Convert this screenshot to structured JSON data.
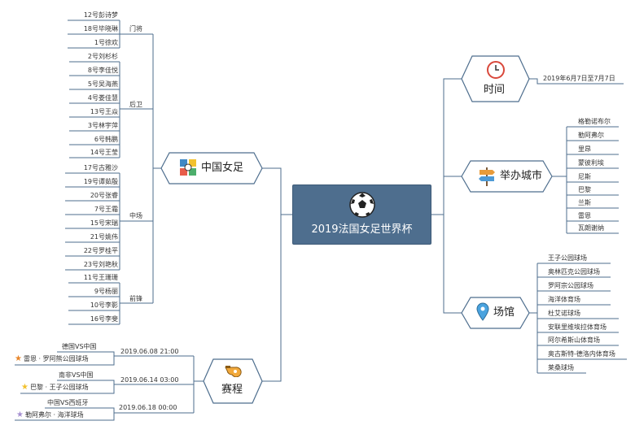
{
  "center": {
    "title": "2019法国女足世界杯"
  },
  "time": {
    "label": "时间",
    "value": "2019年6月7日至7月7日"
  },
  "cities": {
    "label": "举办城市",
    "items": [
      "格勒诺布尔",
      "勒阿弗尔",
      "里昂",
      "蒙彼利埃",
      "尼斯",
      "巴黎",
      "兰斯",
      "雷恩",
      "瓦朗谢纳"
    ]
  },
  "venues": {
    "label": "场馆",
    "items": [
      "王子公园球场",
      "奥林匹克公园球场",
      "罗阿宗公园球场",
      "海洋体育场",
      "杜艾诺球场",
      "安联里维埃拉体育场",
      "阿尔希斯山体育场",
      "奥古斯特-德洛内体育场",
      "莱桑球场"
    ]
  },
  "team": {
    "label": "中国女足",
    "goalkeepers": {
      "label": "门将",
      "players": [
        "12号彭诗梦",
        "18号毕晓琳",
        "1号徐欢"
      ]
    },
    "defenders": {
      "label": "后卫",
      "players": [
        "2号刘杉杉",
        "8号李佳悦",
        "5号吴海燕",
        "4号娄佳慧",
        "13号王焱",
        "3号林宇萍",
        "6号韩鹏",
        "14号王莹"
      ]
    },
    "midfielders": {
      "label": "中场",
      "players": [
        "17号古雅沙",
        "19号谭茹殷",
        "20号张睿",
        "7号王霜",
        "15号宋瑞",
        "21号姚伟",
        "22号罗桂平",
        "23号刘艳秋"
      ]
    },
    "forwards": {
      "label": "前锋",
      "players": [
        "11号王珊珊",
        "9号杨丽",
        "10号李影",
        "16号李斐"
      ]
    }
  },
  "schedule": {
    "label": "赛程",
    "matches": [
      {
        "date": "2019.06.08  21:00",
        "teams": "德国VS中国",
        "venue": "雷恩 · 罗阿熊公园球场",
        "star_color": "#e8862a"
      },
      {
        "date": "2019.06.14  03:00",
        "teams": "南非VS中国",
        "venue": "巴黎 · 王子公园球场",
        "star_color": "#f2c12e"
      },
      {
        "date": "2019.06.18  00:00",
        "teams": "中国VS西班牙",
        "venue": "勒阿弗尔 · 海洋球场",
        "star_color": "#a58fd0"
      }
    ]
  }
}
